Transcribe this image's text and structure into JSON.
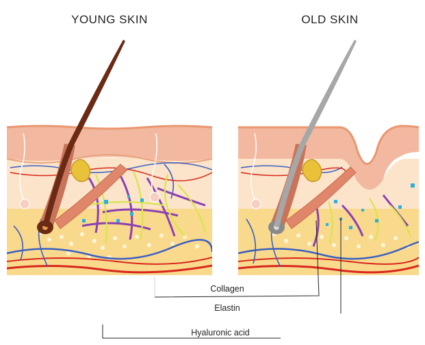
{
  "panels": {
    "young": {
      "title": "YOUNG SKIN"
    },
    "old": {
      "title": "OLD SKIN"
    }
  },
  "legend": [
    {
      "text": "Collagen"
    },
    {
      "text": "Elastin"
    },
    {
      "text": "Hyaluronic acid"
    }
  ],
  "colors": {
    "epidermis": "#f2b9a0",
    "epidermis_edge": "#e9966f",
    "dermis": "#fbe4c9",
    "subcutis": "#f9d98c",
    "fat_dots": "#fff6d8",
    "hair_young": "#6b2a14",
    "hair_old": "#a7a7a7",
    "vein": "#3a5fc0",
    "artery": "#d8261d",
    "collagen": "#8b3fb3",
    "elastin": "#d7e64a",
    "hyaluronic": "#2ab0e0",
    "muscle": "#e0866a",
    "gland": "#e9c23a"
  }
}
